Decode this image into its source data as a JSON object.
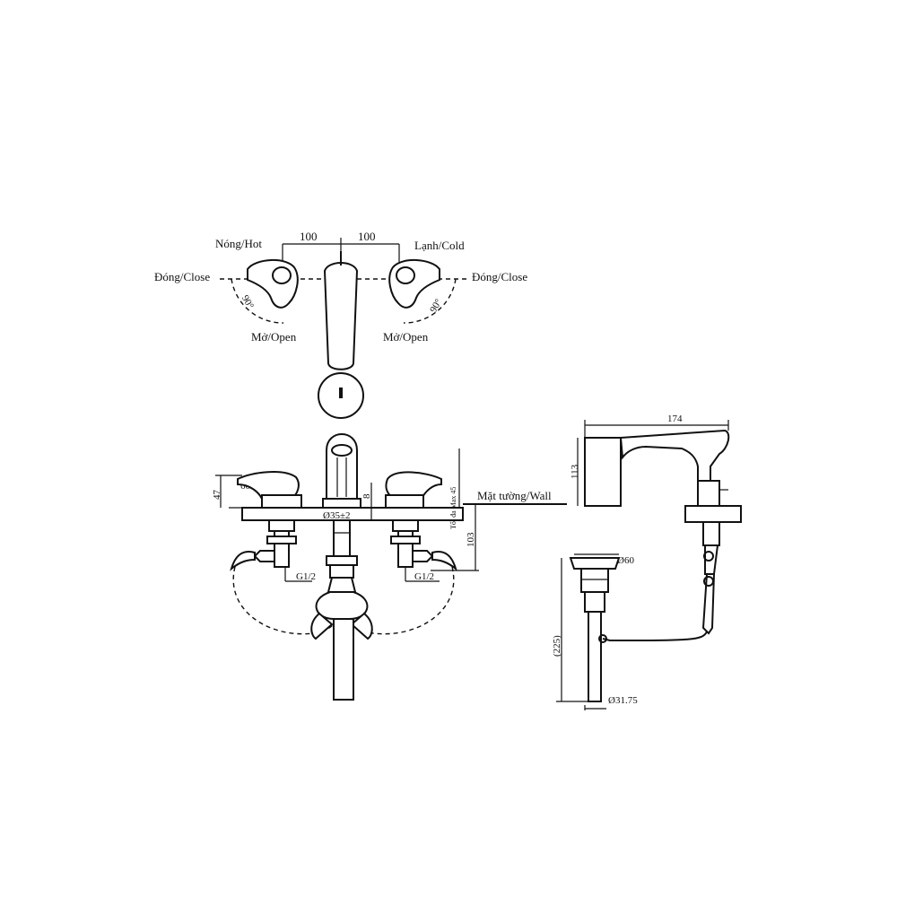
{
  "top_view": {
    "hot_label": "Nóng/Hot",
    "cold_label": "Lạnh/Cold",
    "spacing_left": "100",
    "spacing_right": "100",
    "close_left": "Đóng/Close",
    "close_right": "Đóng/Close",
    "open_left": "Mở/Open",
    "open_right": "Mở/Open",
    "angle_left": "90°",
    "angle_right": "90°"
  },
  "front_view": {
    "height_47": "47",
    "width_60": "60",
    "dim_8": "8",
    "hole_dia": "Ø35±2",
    "deck_note": "Tối đa Max 45",
    "wall_label": "Mặt tường/Wall",
    "depth_103": "103",
    "thread_left": "G1/2",
    "thread_right": "G1/2"
  },
  "side_view": {
    "spout_length": "174",
    "spout_height": "113",
    "drain_dia": "Ø60",
    "drain_length": "(225)",
    "pipe_dia": "Ø31.75"
  }
}
